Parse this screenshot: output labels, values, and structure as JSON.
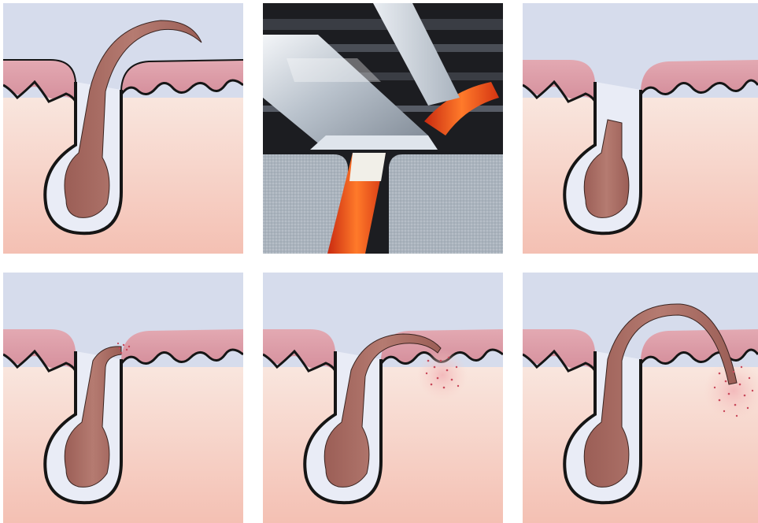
{
  "diagram": {
    "panels": [
      {
        "id": "p1",
        "content": "hair-before-shave"
      },
      {
        "id": "p2",
        "content": "razor-blade-cutting-hair"
      },
      {
        "id": "p3",
        "content": "hair-cut-below-skin"
      },
      {
        "id": "p4",
        "content": "hair-tip-at-follicle-opening"
      },
      {
        "id": "p5",
        "content": "hair-curling-into-skin"
      },
      {
        "id": "p6",
        "content": "ingrown-hair-with-irritation"
      }
    ],
    "colors": {
      "sky": "#d6dcec",
      "epidermis": "#dd9aa6",
      "dermis_top": "#f8e2da",
      "dermis_bottom": "#f5c3b6",
      "hair": "#a96c63",
      "follicle_sheath": "#e9ecf6",
      "outline": "#151515",
      "irritation": "#c8485a",
      "hair_fire": "#e8431a",
      "steel_dark": "#1c1d21"
    }
  }
}
